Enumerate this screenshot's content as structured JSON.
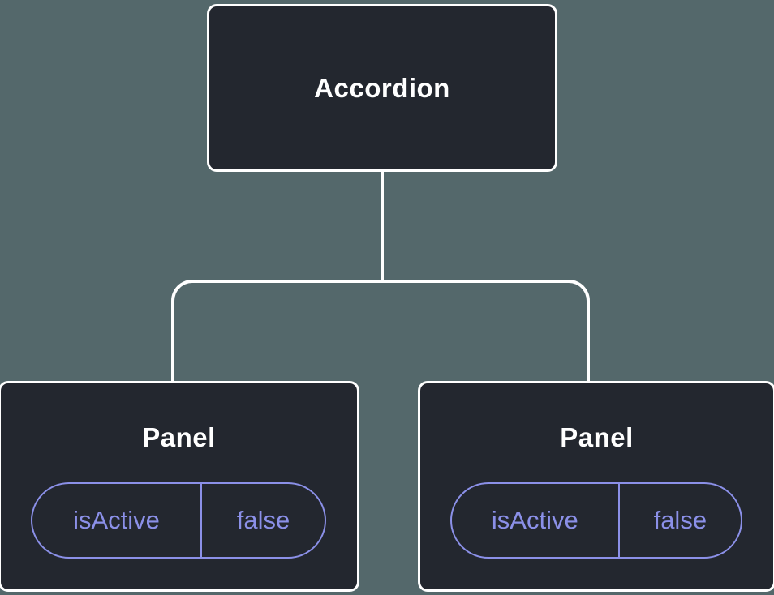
{
  "diagram": {
    "colors": {
      "background": "#54686b",
      "node_fill": "#23272f",
      "node_border": "#ffffff",
      "text": "#ffffff",
      "prop_accent": "#8b90e8"
    },
    "root": {
      "label": "Accordion"
    },
    "children": [
      {
        "label": "Panel",
        "props": [
          {
            "name": "isActive",
            "value": "false"
          }
        ]
      },
      {
        "label": "Panel",
        "props": [
          {
            "name": "isActive",
            "value": "false"
          }
        ]
      }
    ]
  }
}
